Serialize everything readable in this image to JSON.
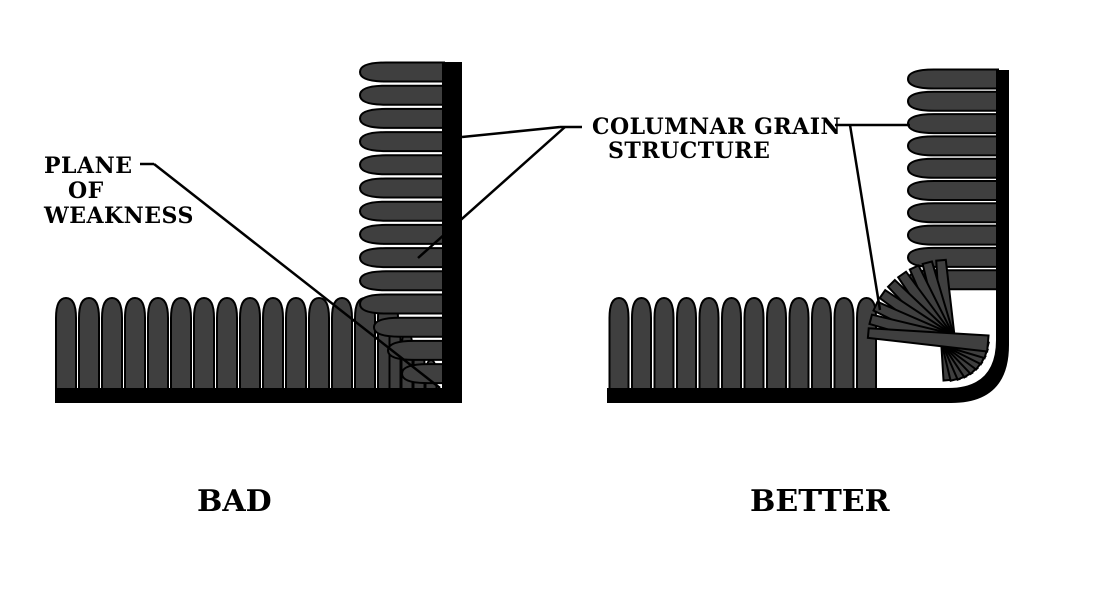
{
  "diagram": {
    "labels": {
      "plane_of_weakness": [
        "PLANE",
        "OF",
        "WEAKNESS"
      ],
      "columnar_grain": [
        "COLUMNAR GRAIN",
        "STRUCTURE"
      ]
    },
    "captions": {
      "left": "BAD",
      "right": "BETTER"
    },
    "colors": {
      "grain": "#3f3f3f",
      "outline": "#000000",
      "background": "#ffffff"
    }
  }
}
